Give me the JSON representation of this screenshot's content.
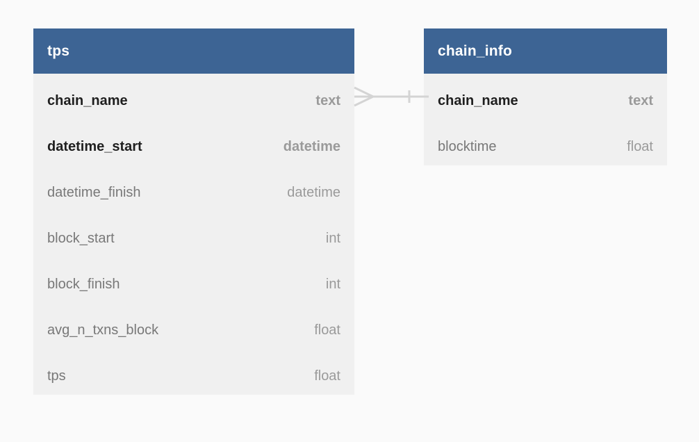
{
  "diagram": {
    "type": "entity-relationship-diagram",
    "background_color": "#fafafa",
    "header_color": "#3d6494",
    "body_color": "#f0f0f0",
    "connector_color": "#d4d4d4"
  },
  "entities": [
    {
      "name": "tps",
      "fields": [
        {
          "name": "chain_name",
          "type": "text",
          "key": true
        },
        {
          "name": "datetime_start",
          "type": "datetime",
          "key": true
        },
        {
          "name": "datetime_finish",
          "type": "datetime",
          "key": false
        },
        {
          "name": "block_start",
          "type": "int",
          "key": false
        },
        {
          "name": "block_finish",
          "type": "int",
          "key": false
        },
        {
          "name": "avg_n_txns_block",
          "type": "float",
          "key": false
        },
        {
          "name": "tps",
          "type": "float",
          "key": false
        }
      ]
    },
    {
      "name": "chain_info",
      "fields": [
        {
          "name": "chain_name",
          "type": "text",
          "key": true
        },
        {
          "name": "blocktime",
          "type": "float",
          "key": false
        }
      ]
    }
  ],
  "relationships": [
    {
      "from_entity": "tps",
      "from_field": "chain_name",
      "to_entity": "chain_info",
      "to_field": "chain_name",
      "from_cardinality": "many",
      "to_cardinality": "one",
      "notation": "crows-foot"
    }
  ]
}
